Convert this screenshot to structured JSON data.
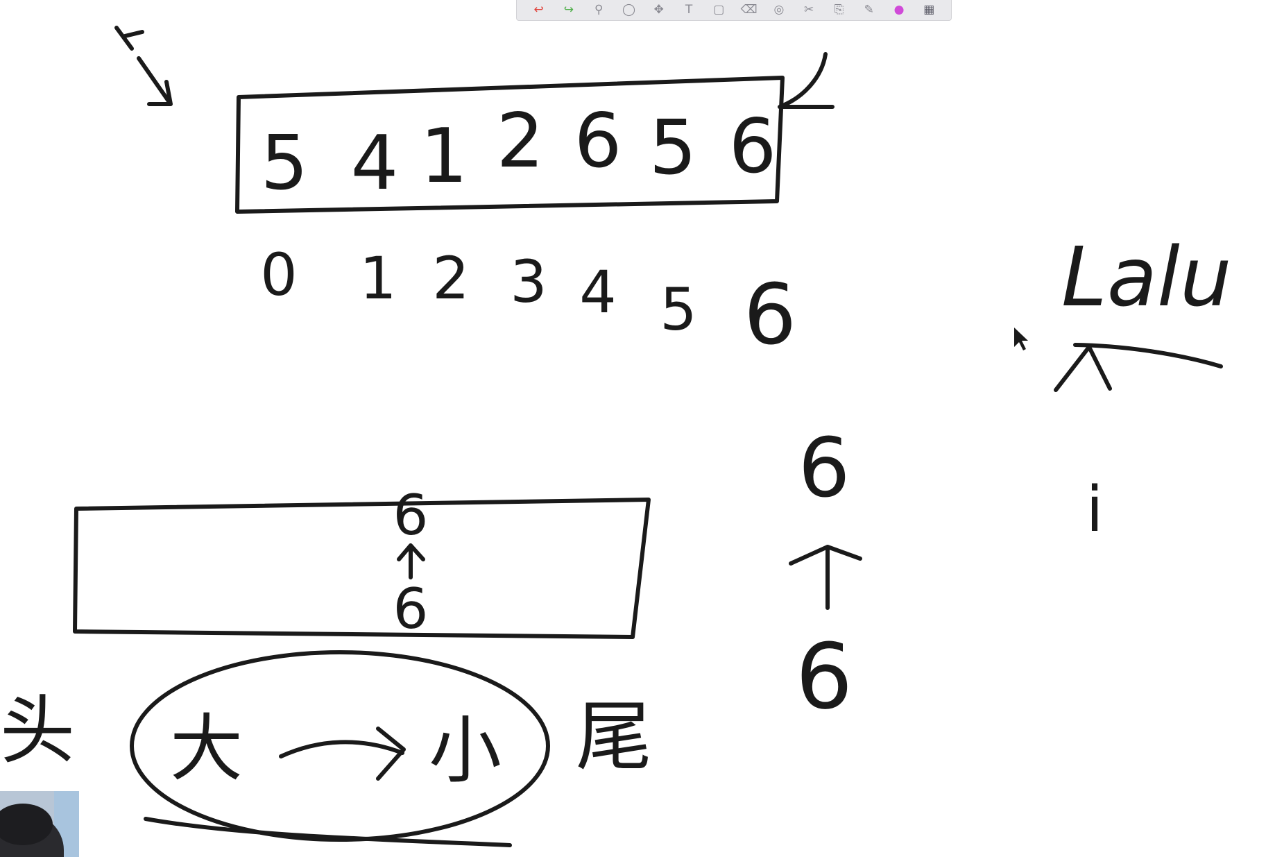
{
  "toolbar": {
    "tools": [
      {
        "id": "undo",
        "icon": "undo-icon",
        "glyph": "↩",
        "color": "#e0413a"
      },
      {
        "id": "redo",
        "icon": "redo-icon",
        "glyph": "↪",
        "color": "#4fae4a"
      },
      {
        "id": "zoom",
        "icon": "zoom-icon",
        "glyph": "⚲",
        "color": "#8a8a92"
      },
      {
        "id": "lasso",
        "icon": "lasso-icon",
        "glyph": "◯",
        "color": "#8a8a92"
      },
      {
        "id": "move",
        "icon": "move-icon",
        "glyph": "✥",
        "color": "#8a8a92"
      },
      {
        "id": "text",
        "icon": "text-icon",
        "glyph": "T",
        "color": "#8a8a92"
      },
      {
        "id": "shape",
        "icon": "shape-icon",
        "glyph": "▢",
        "color": "#8a8a92"
      },
      {
        "id": "eraser",
        "icon": "eraser-icon",
        "glyph": "⌫",
        "color": "#8a8a92"
      },
      {
        "id": "stamp",
        "icon": "stamp-icon",
        "glyph": "◎",
        "color": "#8a8a92"
      },
      {
        "id": "scissors",
        "icon": "scissors-icon",
        "glyph": "✂",
        "color": "#8a8a92"
      },
      {
        "id": "paste",
        "icon": "clipboard-icon",
        "glyph": "⎘",
        "color": "#8a8a92"
      },
      {
        "id": "highlighter",
        "icon": "highlighter-icon",
        "glyph": "✎",
        "color": "#8a8a92"
      },
      {
        "id": "color",
        "icon": "color-wheel-icon",
        "glyph": "●",
        "color": "#d04ad8"
      },
      {
        "id": "layers",
        "icon": "layers-icon",
        "glyph": "▦",
        "color": "#5a5a66"
      }
    ]
  },
  "annotations": {
    "array_values": [
      "5",
      "4",
      "1",
      "2",
      "6",
      "5",
      "6"
    ],
    "indices": [
      "0",
      "1",
      "2",
      "3",
      "4",
      "5",
      "6"
    ],
    "deque_values": [
      "6",
      "6"
    ],
    "side_chain": [
      "6",
      "6"
    ],
    "small_i": "i",
    "head_label": "头",
    "tail_label": "尾",
    "big_label": "大",
    "small_label": "小",
    "right_word": "Lalu"
  },
  "colors": {
    "ink": "#1a1a1a",
    "background": "#ffffff"
  }
}
